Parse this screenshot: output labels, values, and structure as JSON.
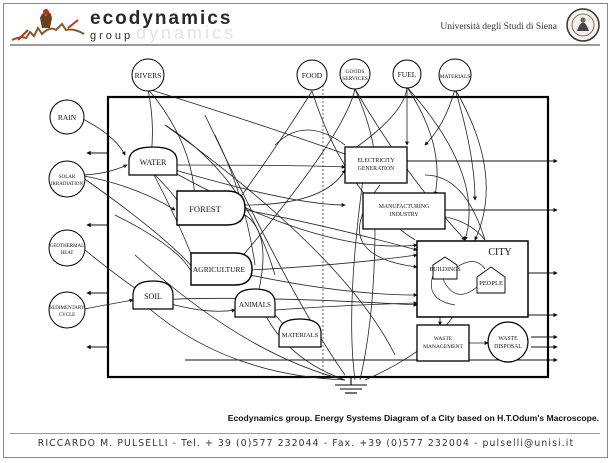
{
  "header": {
    "brand": "ecodynamics",
    "brand_sub": "group",
    "brand_ghost": "dynamics",
    "university": "Università degli Studi di Siena",
    "logo_icon": "bird-figure-logo-icon",
    "seal_icon": "university-seal-icon"
  },
  "diagram": {
    "sources_top": [
      "RIVERS",
      "FOOD",
      "GOODS SERVICES",
      "FUEL",
      "MATERIALS"
    ],
    "sources_left": [
      "RAIN",
      "SOLAR IRRADIATION",
      "GEOTHERMAL HEAT",
      "SEDIMENTARY CYCLE"
    ],
    "storages": [
      "WATER",
      "SOIL",
      "ANIMALS",
      "MATERIALS"
    ],
    "producers": [
      "FOREST",
      "AGRICULTURE"
    ],
    "processes": [
      "ELECTRICITY GENERATION",
      "MANUFACTURING INDUSTRY",
      "WASTE MANAGEMENT"
    ],
    "city": {
      "label": "CITY",
      "consumers": [
        "BUILDINGS",
        "PEOPLE"
      ]
    },
    "waste_disposal": "WASTE DISPOSAL"
  },
  "caption": "Ecodynamics group. Energy Systems Diagram of a City based on H.T.Odum's Macroscope.",
  "footer": "RICCARDO M. PULSELLI - Tel. + 39 (0)577 232044 -  Fax. +39 (0)577 232004 - pulselli@unisi.it"
}
